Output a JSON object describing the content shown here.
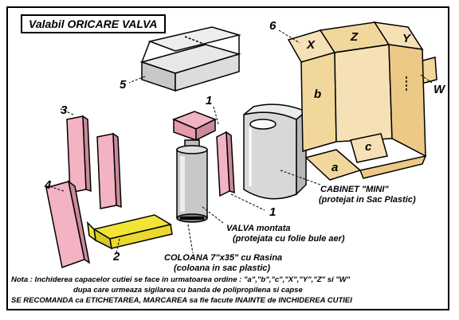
{
  "title": "Valabil ORICARE VALVA",
  "numbers": {
    "n1a": "1",
    "n1b": "1",
    "n2": "2",
    "n3": "3",
    "n4": "4",
    "n5": "5",
    "n6": "6"
  },
  "box_letters": {
    "x": "X",
    "z": "Z",
    "y": "Y",
    "w": "W",
    "b": "b",
    "c": "c",
    "a": "a"
  },
  "labels": {
    "cabinet_1": "CABINET \"MINI\"",
    "cabinet_2": "(protejat in Sac Plastic)",
    "valva_1": "VALVA montata",
    "valva_2": "(protejata cu folie bule aer)",
    "coloana_1": "COLOANA 7\"x35\" cu Rasina",
    "coloana_2": "(coloana in sac plastic)"
  },
  "note": {
    "line1": "Nota : Inchiderea capacelor cutiei se face in urmatoarea ordine : \"a\",\"b\",\"c\",\"X\",\"Y\",\"Z\" si \"W\"",
    "line2": "dupa care urmeaza sigilarea cu banda de polipropilena si capse",
    "line3": "SE RECOMANDA ca ETICHETAREA, MARCAREA sa fie facute INAINTE de INCHIDEREA CUTIEI"
  },
  "colors": {
    "pink": "#f3b3c3",
    "cardboard": "#f2d79c",
    "yellow": "#f2e436",
    "gray": "#d4d4d4"
  }
}
